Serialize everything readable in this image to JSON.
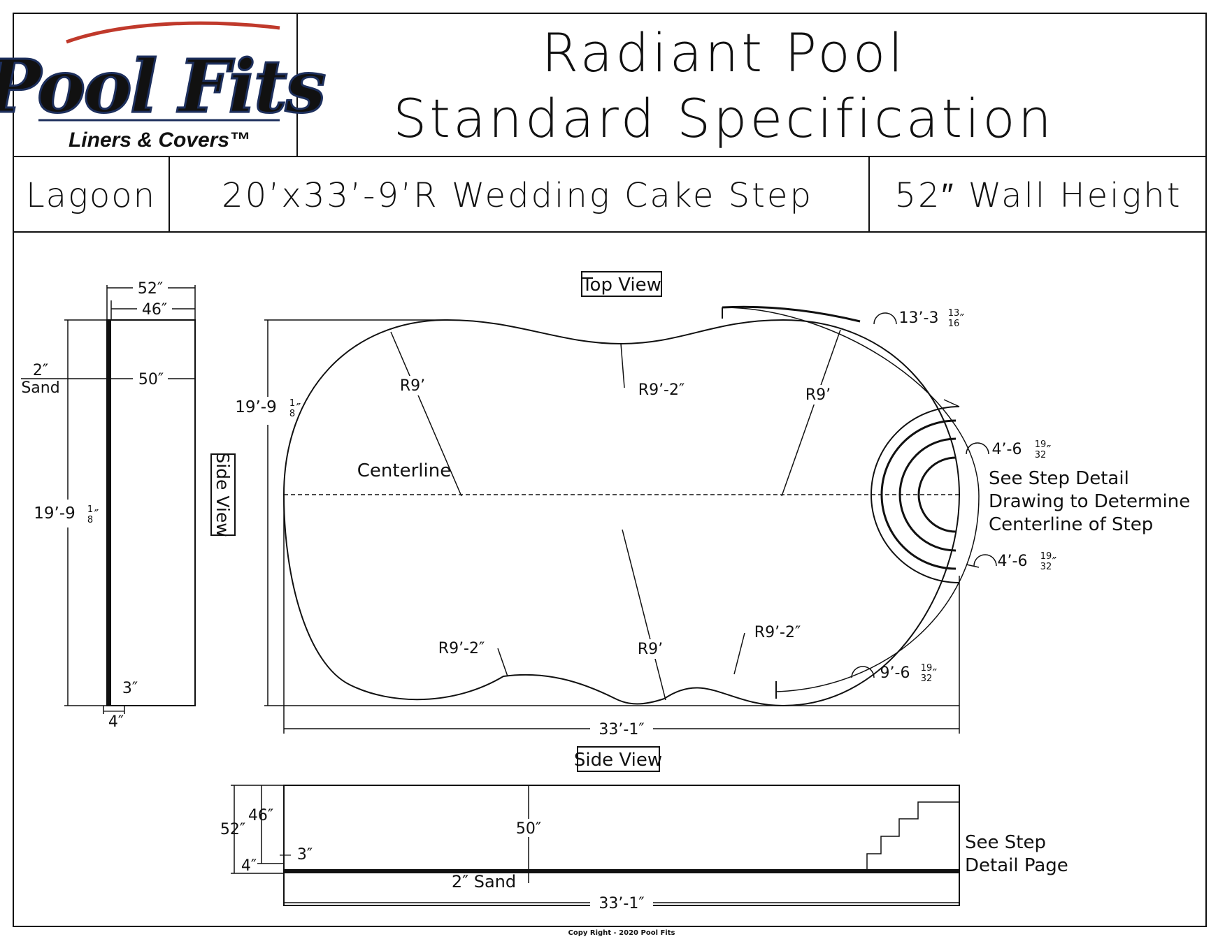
{
  "logo": {
    "brand": "Pool Fits",
    "tagline": "Liners & Covers™"
  },
  "header": {
    "title_line1": "Radiant Pool",
    "title_line2": "Standard Specification"
  },
  "subheader": {
    "model": "Lagoon",
    "size_desc": "20’x33’-9’R Wedding Cake Step",
    "wall_height": "52″ Wall Height"
  },
  "left_section": {
    "dim_top_overall": "52″",
    "dim_top_inner": "46″",
    "sand_label_1": "2″",
    "sand_label_2": "Sand",
    "depth_label": "50″",
    "width_whole": "19’-9",
    "width_frac_num": "1",
    "width_frac_den": "8",
    "width_unit": "″",
    "dim_bottom_3": "3″",
    "dim_bottom_4": "4″"
  },
  "top_view": {
    "label": "Top View",
    "width_whole": "19’-9",
    "width_frac_num": "1",
    "width_frac_den": "8",
    "width_unit": "″",
    "side_view_tag": "Side View",
    "centerline_label": "Centerline",
    "radii": [
      "R9’",
      "R9’-2″",
      "R9’",
      "R9’-2″",
      "R9’",
      "R9’-2″"
    ],
    "arc_top": {
      "whole": "13’-3",
      "num": "13",
      "den": "16",
      "unit": "″"
    },
    "arc_step_top": {
      "whole": "4’-6",
      "num": "19",
      "den": "32",
      "unit": "″"
    },
    "arc_step_bottom": {
      "whole": "4’-6",
      "num": "19",
      "den": "32",
      "unit": "″"
    },
    "arc_bottom": {
      "whole": "9’-6",
      "num": "19",
      "den": "32",
      "unit": "″"
    },
    "step_note": [
      "See Step Detail",
      "Drawing to Determine",
      "Centerline of Step"
    ],
    "length_dim": "33’-1″"
  },
  "side_view": {
    "label": "Side View",
    "dim_52": "52″",
    "dim_46": "46″",
    "dim_50": "50″",
    "dim_3": "3″",
    "dim_4": "4″",
    "sand_label": "2″ Sand",
    "step_note": [
      "See Step",
      "Detail Page"
    ],
    "length_dim": "33’-1″"
  },
  "footer": {
    "copyright": "Copy Right - 2020 Pool Fits"
  },
  "colors": {
    "line": "#111111",
    "logo_blue": "#2f5fa8",
    "logo_dark": "#1d2f5c",
    "logo_red": "#c0392b"
  }
}
